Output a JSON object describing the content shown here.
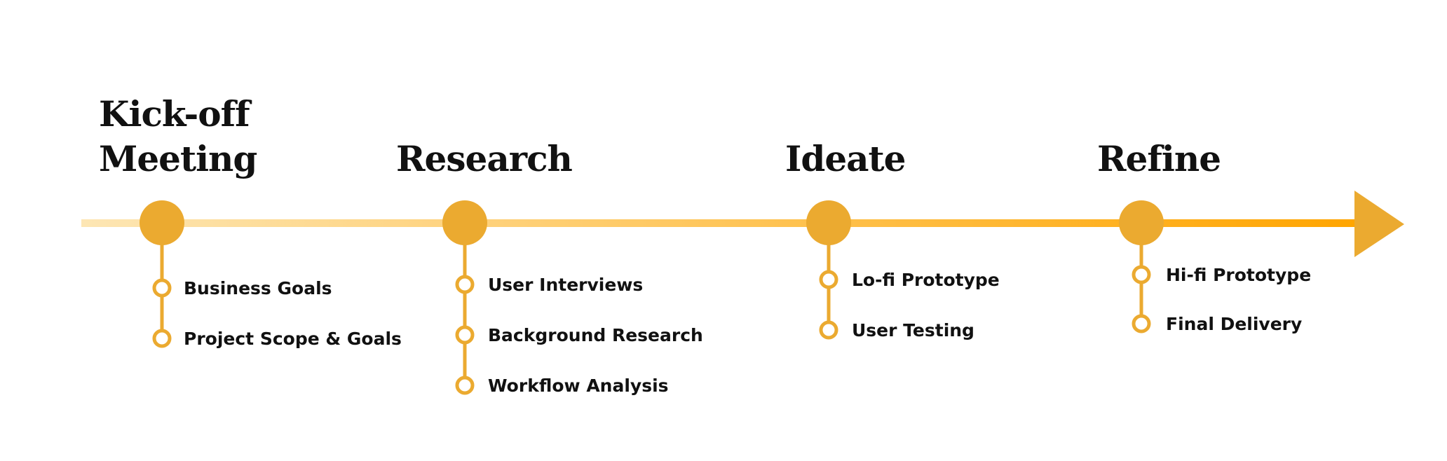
{
  "colors": {
    "accent": "#EBAA30",
    "line_start": "#FDE6B4",
    "line_end": "#FFA500",
    "text": "#111111",
    "background": "#FFFFFF"
  },
  "phases": [
    {
      "title_lines": [
        "Kick-off",
        "Meeting"
      ],
      "steps": [
        "Business Goals",
        "Project Scope & Goals"
      ]
    },
    {
      "title_lines": [
        "Research"
      ],
      "steps": [
        "User Interviews",
        "Background Research",
        "Workflow Analysis"
      ]
    },
    {
      "title_lines": [
        "Ideate"
      ],
      "steps": [
        "Lo-fi Prototype",
        "User Testing"
      ]
    },
    {
      "title_lines": [
        "Refine"
      ],
      "steps": [
        "Hi-fi Prototype",
        "Final Delivery"
      ]
    }
  ]
}
